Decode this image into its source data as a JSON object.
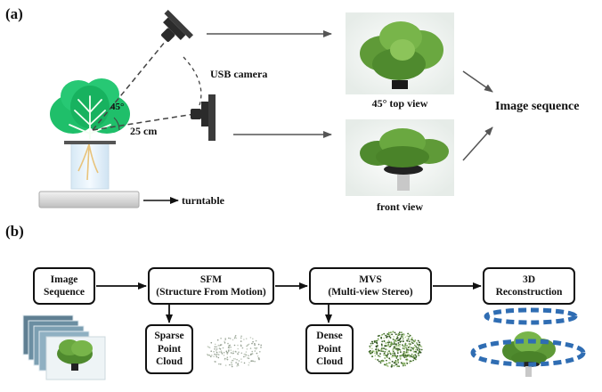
{
  "panel_a": {
    "label": "(a)",
    "camera_label": "USB camera",
    "angle_label": "45°",
    "distance_label": "25 cm",
    "turntable_label": "turntable",
    "top_view_caption": "45° top view",
    "front_view_caption": "front view",
    "sequence_label": "Image sequence"
  },
  "panel_b": {
    "label": "(b)",
    "steps": [
      {
        "lines": [
          "Image",
          "Sequence"
        ]
      },
      {
        "lines": [
          "SFM",
          "(Structure From Motion)"
        ]
      },
      {
        "lines": [
          "MVS",
          "(Multi-view Stereo)"
        ]
      },
      {
        "lines": [
          "3D",
          "Reconstruction"
        ]
      }
    ],
    "outputs": [
      {
        "lines": [
          "Sparse",
          "Point",
          "Cloud"
        ]
      },
      {
        "lines": [
          "Dense",
          "Point",
          "Cloud"
        ]
      }
    ]
  },
  "colors": {
    "leaf_green": "#1fbf6a",
    "photo_leaf": "#5f9a38",
    "ring_blue": "#2f6db3",
    "arrow_gray": "#555555"
  }
}
